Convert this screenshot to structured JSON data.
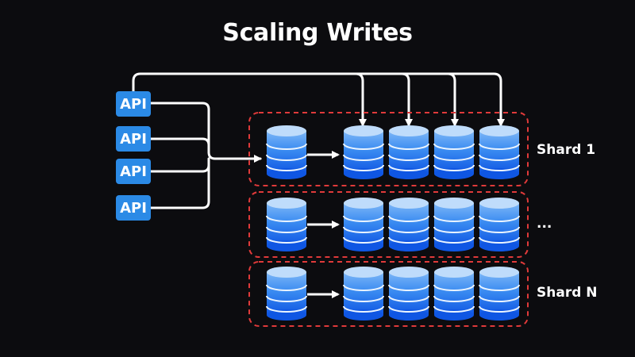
{
  "title": "Scaling Writes",
  "api_label": "API",
  "shard_labels": [
    "Shard 1",
    "...",
    "Shard N"
  ],
  "colors": {
    "background": "#0c0c0f",
    "api_box": "#2b8ae6",
    "arrow": "#ffffff",
    "shard_border": "#e03a3a",
    "db_top": "#bfdcfb",
    "db_upper": "#7db7f7",
    "db_lower": "#2f82f0",
    "db_bottom": "#0f56e3",
    "db_ring": "#eaf4ff"
  }
}
